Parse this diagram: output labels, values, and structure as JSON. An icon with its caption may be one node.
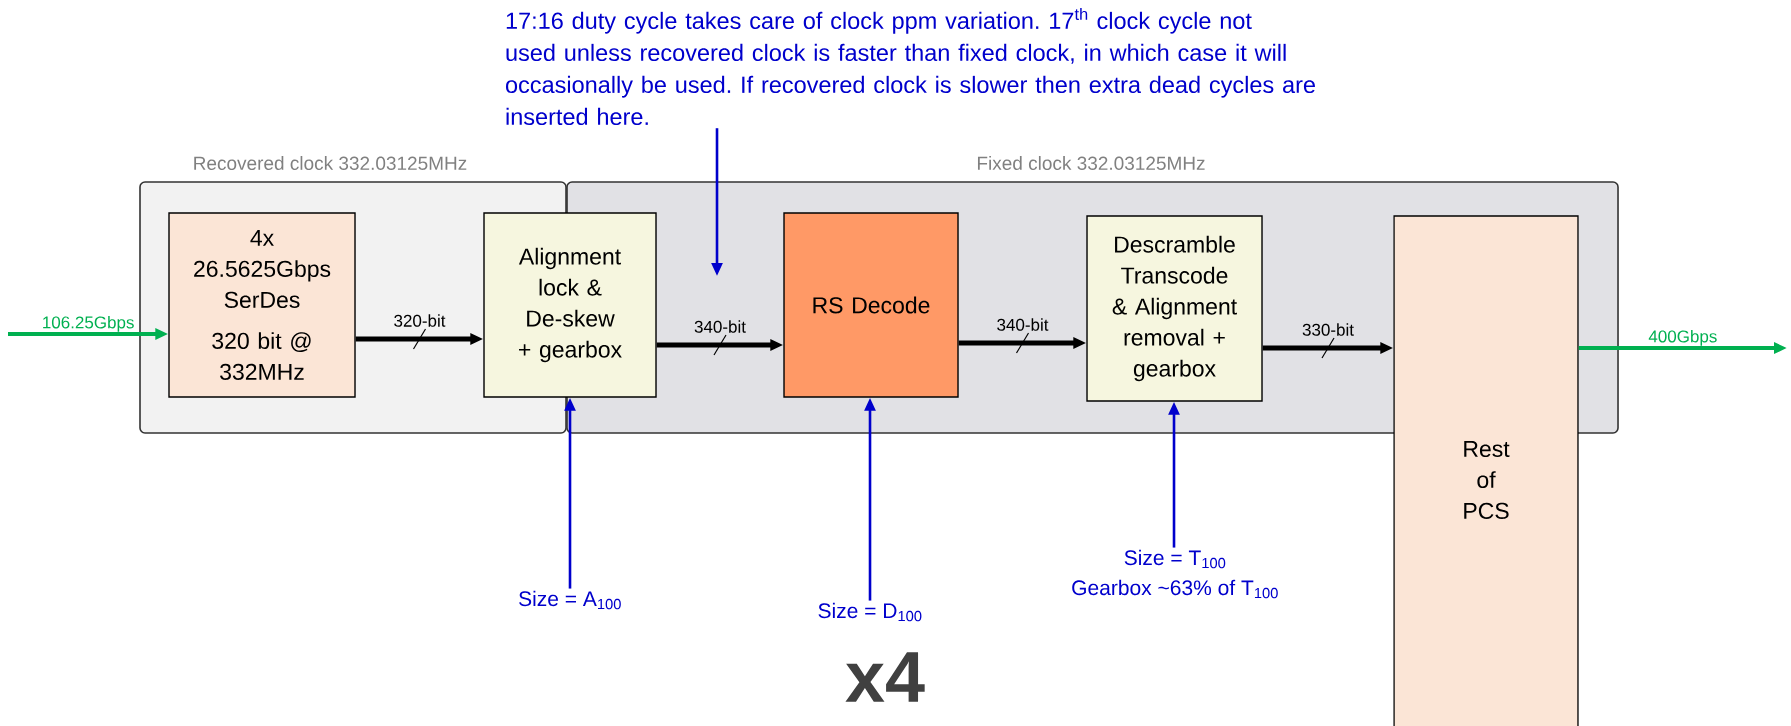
{
  "diagram": {
    "nodes": [
      {
        "text": [
          "Recovered clock 332.03125MHz"
        ]
      },
      {
        "text": [
          "Fixed clock 332.03125MHz"
        ]
      },
      {
        "text": [
          "4x 26.5625Gbps SerDes",
          "320 bit @ 332MHz"
        ],
        "in": 0
      },
      {
        "text": [
          "Alignment lock & De-skew + gearbox"
        ]
      },
      {
        "text": [
          "RS Decode"
        ],
        "in": 1
      },
      {
        "text": [
          "Descramble Transcode & Alignment removal + gearbox"
        ],
        "in": 1
      },
      {
        "text": [
          "Rest of PCS"
        ]
      },
      {
        "text": [
          "17:16 duty cycle takes care of clock ppm variation. 17$^{th}$ clock cycle not used unless recovered clock is faster than fixed clock, in which case it will occasionally be used. If recovered clock is slower then extra dead cycles are inserted here."
        ]
      },
      {
        "text": [
          "Size = A$_{100}$"
        ]
      },
      {
        "text": [
          "Size = D$_{100}$"
        ]
      },
      {
        "text": [
          "Size = T$_{100}$",
          "Gearbox ~63% of T$_{100}$"
        ]
      }
    ],
    "edges": [
      {
        "from": null,
        "to": 2,
        "arrow": "to",
        "label": "106.25Gbps",
        "color": "#00b050"
      },
      {
        "from": 2,
        "to": 3,
        "arrow": "to",
        "label": "320-bit"
      },
      {
        "from": 3,
        "to": 4,
        "arrow": "to",
        "label": "340-bit"
      },
      {
        "from": 4,
        "to": 5,
        "arrow": "to",
        "label": "340-bit"
      },
      {
        "from": 5,
        "to": 6,
        "arrow": "to",
        "label": "330-bit"
      },
      {
        "from": 6,
        "to": null,
        "arrow": "to",
        "label": "400Gbps",
        "color": "#00b050"
      },
      {
        "from": 7,
        "to": null,
        "arrow": "to",
        "color": "#0000cc"
      },
      {
        "from": 8,
        "to": 3,
        "arrow": "to",
        "color": "#0000cc"
      },
      {
        "from": 9,
        "to": 4,
        "arrow": "to",
        "color": "#0000cc"
      },
      {
        "from": 10,
        "to": 5,
        "arrow": "to",
        "color": "#0000cc"
      }
    ],
    "labels": [
      "x4"
    ]
  }
}
